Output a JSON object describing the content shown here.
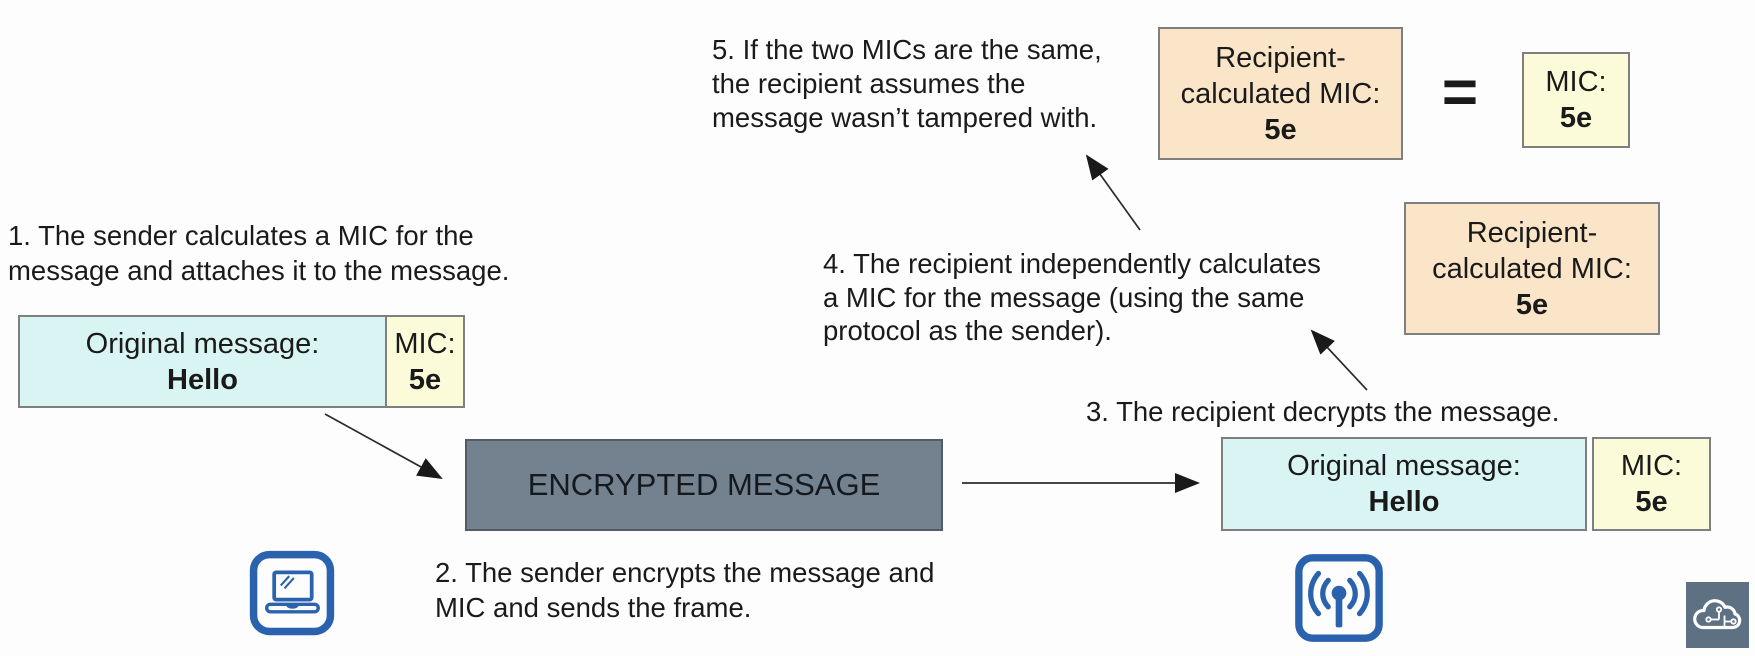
{
  "colors": {
    "background": "#fdfdfd",
    "message_cell": "#d8f4f3",
    "mic_cell": "#fbfbd9",
    "recipient_mic_box": "#fae5c8",
    "encrypted_box_fill": "#74828f",
    "icon_blue": "#2b62ae",
    "logo_background": "#5d7183",
    "text": "#1a1a1a"
  },
  "steps": {
    "step1": {
      "lines": [
        "1. The sender calculates a MIC for the",
        "message and attaches it to the message."
      ]
    },
    "step2": {
      "lines": [
        "2. The sender encrypts the message and",
        "MIC and sends the frame."
      ]
    },
    "step3": {
      "lines": [
        "3. The recipient decrypts the message."
      ]
    },
    "step4": {
      "lines": [
        "4. The recipient independently calculates",
        "a MIC for the message (using the same",
        "protocol as the sender)."
      ]
    },
    "step5": {
      "lines": [
        "5. If the two MICs are the same,",
        "the recipient assumes the",
        "message wasn’t tampered with."
      ]
    }
  },
  "sender_frame": {
    "message_label": "Original message:",
    "message_value": "Hello",
    "mic_label": "MIC:",
    "mic_value": "5e"
  },
  "encrypted_message": {
    "label": "ENCRYPTED MESSAGE"
  },
  "recipient_frame": {
    "message_label": "Original message:",
    "message_value": "Hello",
    "mic_label": "MIC:",
    "mic_value": "5e"
  },
  "recipient_mic_upper": {
    "lines": [
      "Recipient-",
      "calculated MIC:"
    ],
    "value": "5e"
  },
  "recipient_mic_lower": {
    "lines": [
      "Recipient-",
      "calculated MIC:"
    ],
    "value": "5e"
  },
  "comparison": {
    "equals_sign": "=",
    "mic_label": "MIC:",
    "mic_value": "5e"
  },
  "icons": {
    "sender": "laptop-icon",
    "recipient": "wireless-antenna-icon",
    "watermark": "cloud-circuit-logo"
  }
}
